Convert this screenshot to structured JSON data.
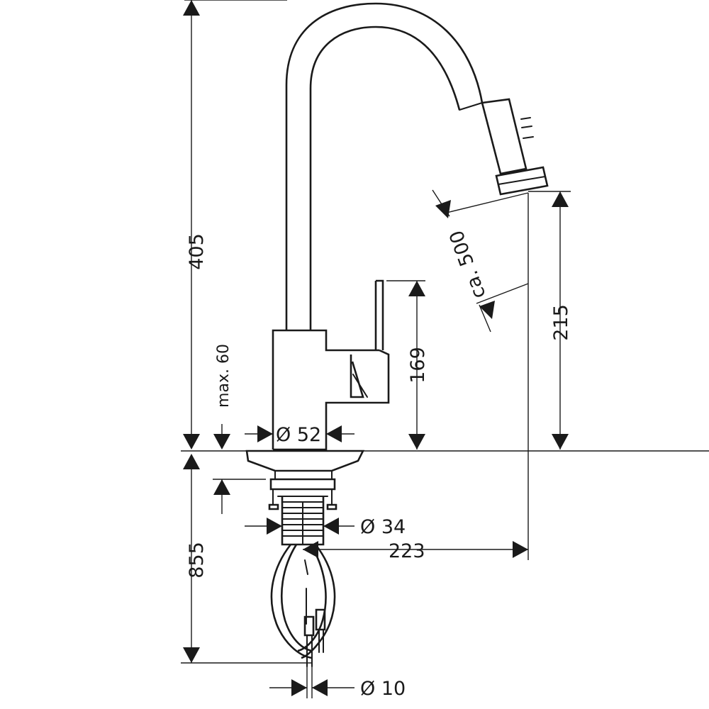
{
  "drawing": {
    "dimensions": {
      "total_height": "405",
      "counter_to_bottom": "855",
      "max_counter_thickness": "max. 60",
      "base_diameter": "Ø 52",
      "handle_height": "169",
      "spout_height": "215",
      "pullout_length": "ca. 500",
      "shank_diameter": "Ø 34",
      "spout_reach": "223",
      "hose_diameter": "Ø 10"
    }
  }
}
